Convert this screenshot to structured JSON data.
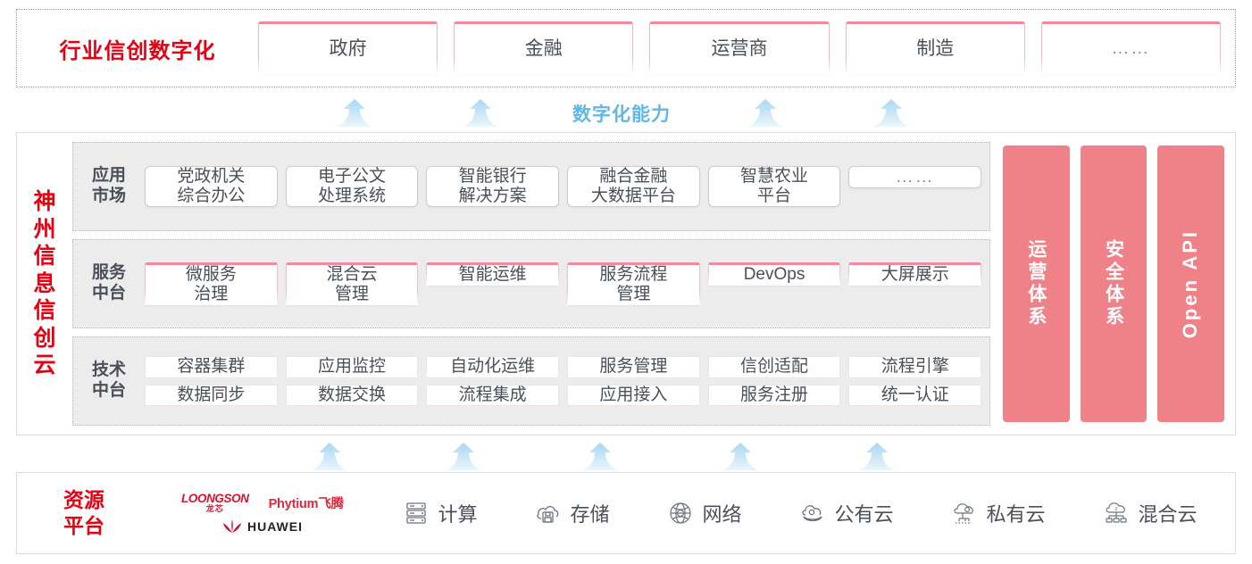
{
  "industry": {
    "title": "行业信创数字化",
    "cards": [
      {
        "label": "政府"
      },
      {
        "label": "金融"
      },
      {
        "label": "运营商"
      },
      {
        "label": "制造"
      },
      {
        "label": "……"
      }
    ]
  },
  "capability": {
    "label": "数字化能力",
    "arrows": [
      "up-arrow-1",
      "up-arrow-2",
      "up-arrow-3",
      "up-arrow-4"
    ]
  },
  "cloud": {
    "title_chars": [
      "神",
      "州",
      "信",
      "息",
      "信",
      "创",
      "云"
    ],
    "rows": [
      {
        "name": "应用\n市场",
        "style": "app",
        "cards": [
          {
            "label": "党政机关\n综合办公"
          },
          {
            "label": "电子公文\n处理系统"
          },
          {
            "label": "智能银行\n解决方案"
          },
          {
            "label": "融合金融\n大数据平台"
          },
          {
            "label": "智慧农业\n平台"
          },
          {
            "label": "……"
          }
        ]
      },
      {
        "name": "服务\n中台",
        "style": "service",
        "cards": [
          {
            "label": "微服务\n治理"
          },
          {
            "label": "混合云\n管理"
          },
          {
            "label": "智能运维"
          },
          {
            "label": "服务流程\n管理"
          },
          {
            "label": "DevOps"
          },
          {
            "label": "大屏展示"
          }
        ]
      },
      {
        "name": "技术\n中台",
        "style": "tech",
        "cards_top": [
          {
            "label": "容器集群"
          },
          {
            "label": "应用监控"
          },
          {
            "label": "自动化运维"
          },
          {
            "label": "服务管理"
          },
          {
            "label": "信创适配"
          },
          {
            "label": "流程引擎"
          }
        ],
        "cards_bottom": [
          {
            "label": "数据同步"
          },
          {
            "label": "数据交换"
          },
          {
            "label": "流程集成"
          },
          {
            "label": "应用接入"
          },
          {
            "label": "服务注册"
          },
          {
            "label": "统一认证"
          }
        ]
      }
    ],
    "side_panels": [
      {
        "label": "运营体系",
        "orientation": "vertical-cjk"
      },
      {
        "label": "安全体系",
        "orientation": "vertical-cjk"
      },
      {
        "label": "Open API",
        "orientation": "vertical-latin"
      }
    ]
  },
  "bottom_arrows": [
    "up-arrow-1",
    "up-arrow-2",
    "up-arrow-3",
    "up-arrow-4",
    "up-arrow-5"
  ],
  "resource": {
    "title_lines": [
      "资源",
      "平台"
    ],
    "vendors": [
      {
        "name_en": "LOONGSON",
        "name_cn": "龙芯"
      },
      {
        "name": "Phytium飞腾"
      },
      {
        "name": "HUAWEI"
      }
    ],
    "items": [
      {
        "label": "计算",
        "icon": "server-icon"
      },
      {
        "label": "存储",
        "icon": "cloud-storage-icon"
      },
      {
        "label": "网络",
        "icon": "network-globe-icon"
      },
      {
        "label": "公有云",
        "icon": "public-cloud-icon"
      },
      {
        "label": "私有云",
        "icon": "private-cloud-icon"
      },
      {
        "label": "混合云",
        "icon": "hybrid-cloud-icon"
      }
    ]
  },
  "colors": {
    "brand_red": "#e60012",
    "card_pink_border": "#ee8b9c",
    "panel_pink": "#ef8189",
    "arrow_blue": "#bfe0f5",
    "capability_blue": "#61b6ea",
    "row_bg": "#ececec",
    "text_gray": "#4a4f59"
  }
}
